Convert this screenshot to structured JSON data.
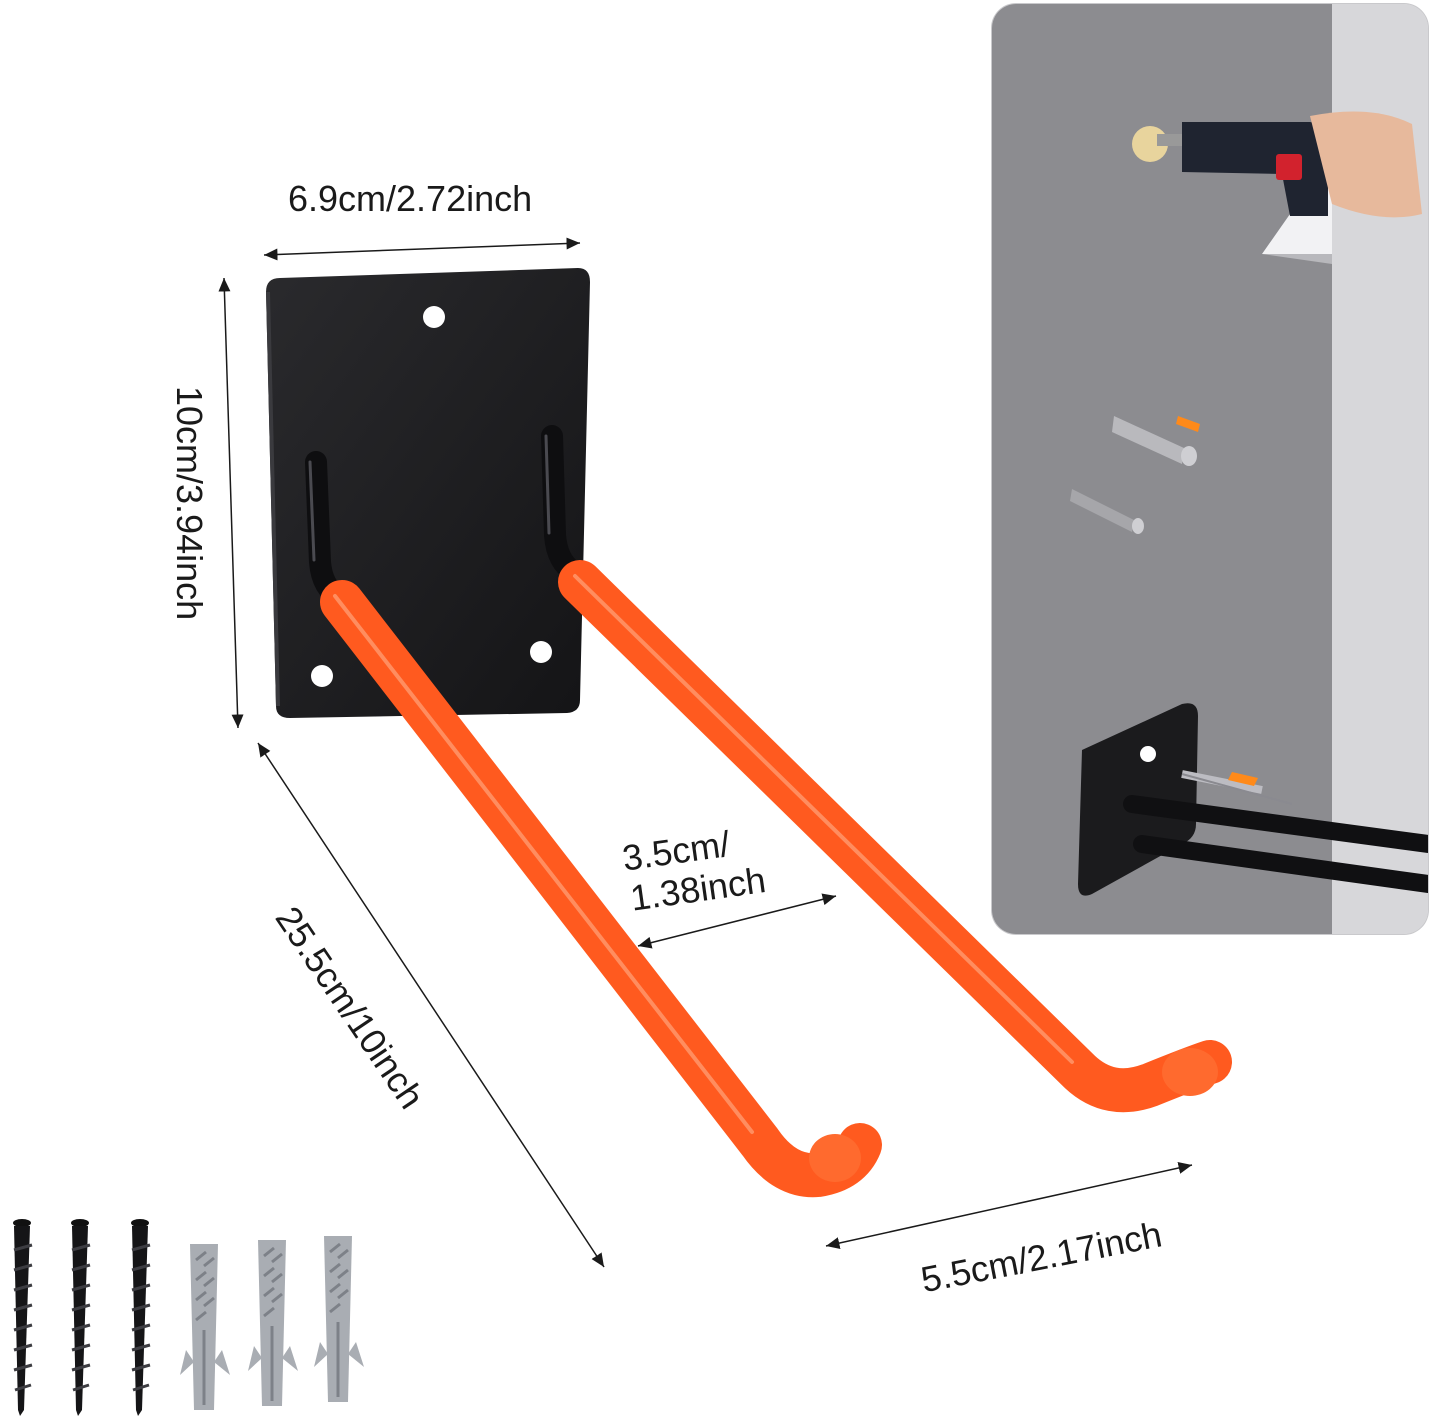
{
  "dimensions": {
    "plate_width": "6.9cm/2.72inch",
    "plate_height": "10cm/3.94inch",
    "arm_length": "25.5cm/10inch",
    "arm_gap_line1": "3.5cm/",
    "arm_gap_line2": "1.38inch",
    "hook_width": "5.5cm/2.17inch"
  },
  "colors": {
    "arm": "#ff5a1f",
    "plate": "#1c1c1e",
    "background": "#ffffff",
    "wall": "#8e8e92"
  },
  "accessories": {
    "screws": 3,
    "anchors": 3
  }
}
